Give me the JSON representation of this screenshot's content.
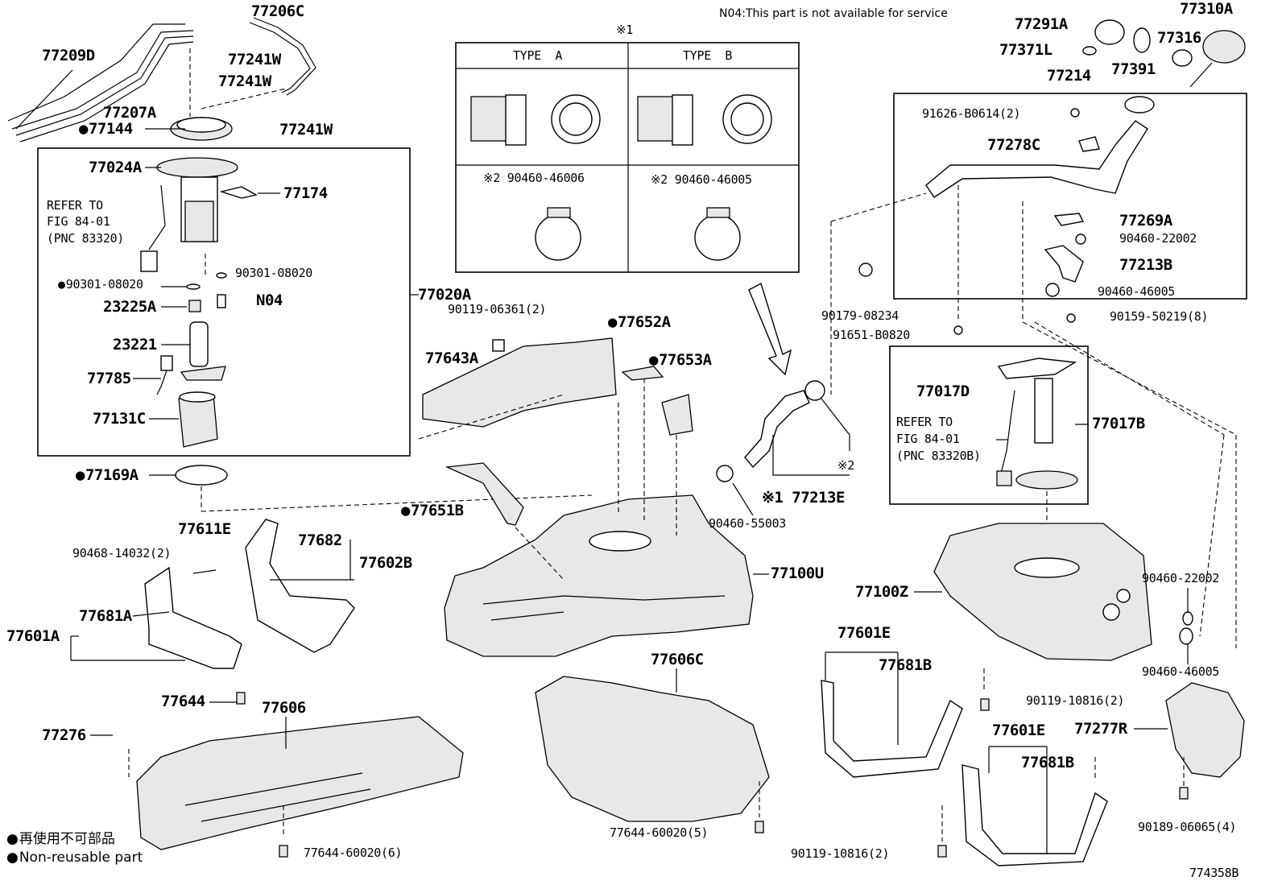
{
  "note": "N04:This part is not available for service",
  "figure_id": "774358B",
  "legend": {
    "jp": "再使用不可部品",
    "en": "Non-reusable part"
  },
  "type_table": {
    "header_mark": "※1",
    "type_a": "TYPE  A",
    "type_b": "TYPE  B",
    "clamp_a": "※2 90460-46006",
    "clamp_b": "※2 90460-46005"
  },
  "refer1": [
    "REFER TO",
    "FIG 84-01",
    "(PNC 83320)"
  ],
  "refer2": [
    "REFER TO",
    "FIG 84-01",
    "(PNC 83320B)"
  ],
  "labels": {
    "l77206C": "77206C",
    "l77209D": "77209D",
    "l77241W_a": "77241W",
    "l77241W_b": "77241W",
    "l77241W_c": "77241W",
    "l77207A": "77207A",
    "l77144": "77144",
    "l77024A": "77024A",
    "l77174": "77174",
    "l90301_a": "90301-08020",
    "l90301_b": "90301-08020",
    "l23225A": "23225A",
    "lN04": "N04",
    "l23221": "23221",
    "l77785": "77785",
    "l77131C": "77131C",
    "l77020A": "77020A",
    "l77169A": "77169A",
    "l90119_06361": "90119-06361(2)",
    "l77652A": "77652A",
    "l77643A": "77643A",
    "l77653A": "77653A",
    "l77651B": "77651B",
    "l77611E": "77611E",
    "l90468": "90468-14032(2)",
    "l77682": "77682",
    "l77602B": "77602B",
    "l77681A": "77681A",
    "l77601A": "77601A",
    "l77644": "77644",
    "l77606": "77606",
    "l77276": "77276",
    "l77644_60020_6": "77644-60020(6)",
    "l77100U": "77100U",
    "l77606C": "77606C",
    "l77644_60020_5": "77644-60020(5)",
    "l90460_55003": "90460-55003",
    "l77213E": "※1 77213E",
    "lmark2": "※2",
    "l77291A": "77291A",
    "l77310A": "77310A",
    "l77316": "77316",
    "l77371L": "77371L",
    "l77391": "77391",
    "l77214": "77214",
    "l91626": "91626-B0614(2)",
    "l77278C": "77278C",
    "l77269A": "77269A",
    "l90460_22002_a": "90460-22002",
    "l77213B": "77213B",
    "l90460_46005_a": "90460-46005",
    "l90179": "90179-08234",
    "l91651": "91651-B0820",
    "l90159": "90159-50219(8)",
    "l77017D": "77017D",
    "l77017B": "77017B",
    "l77100Z": "77100Z",
    "l90460_22002_b": "90460-22002",
    "l90460_46005_b": "90460-46005",
    "l77601E_a": "77601E",
    "l77681B_a": "77681B",
    "l90119_10816_a": "90119-10816(2)",
    "l77277R": "77277R",
    "l77601E_b": "77601E",
    "l77681B_b": "77681B",
    "l90119_10816_b": "90119-10816(2)",
    "l90189": "90189-06065(4)"
  }
}
